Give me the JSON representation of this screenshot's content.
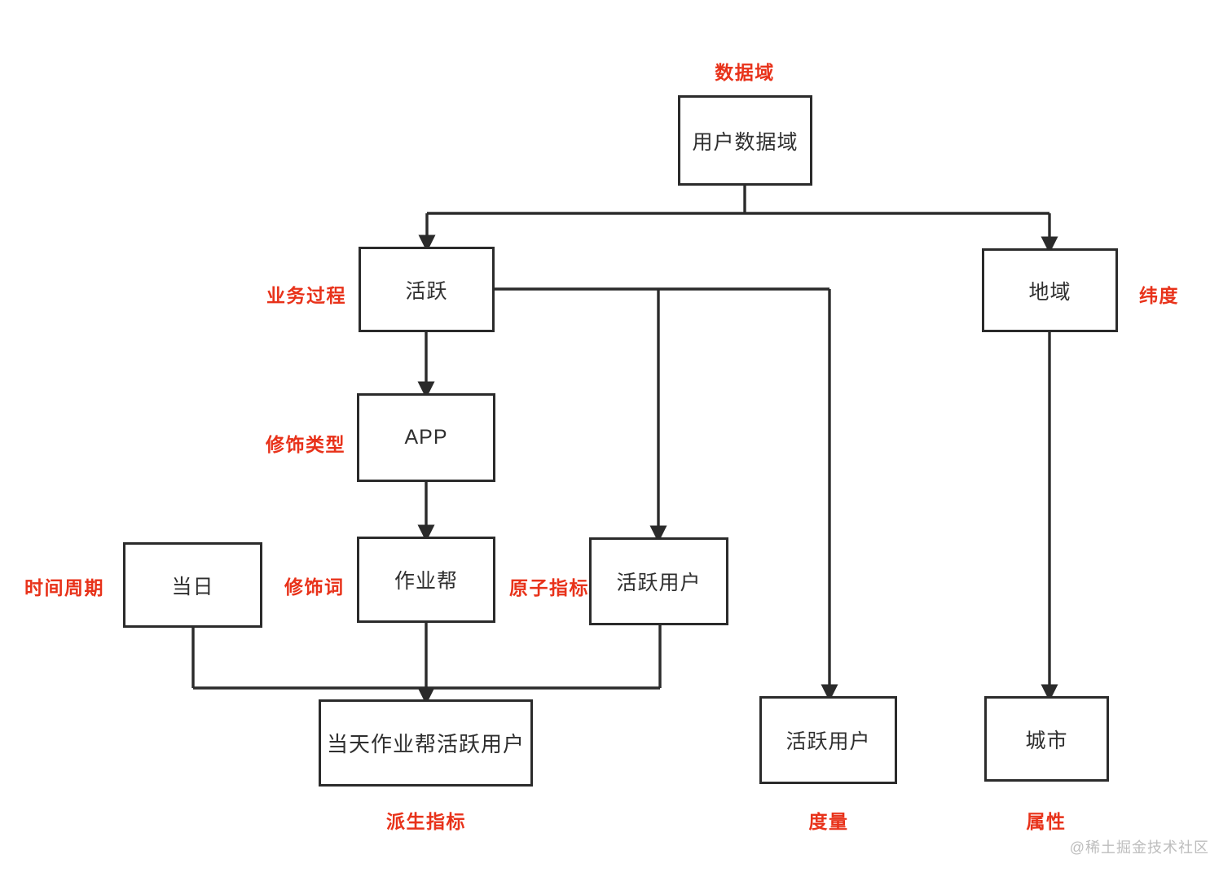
{
  "diagram": {
    "title_tags": {
      "data_domain": "数据域",
      "business_process": "业务过程",
      "dimension": "纬度",
      "modifier_type": "修饰类型",
      "time_period": "时间周期",
      "modifier": "修饰词",
      "atomic_metric": "原子指标",
      "derived_metric": "派生指标",
      "measure": "度量",
      "attribute": "属性"
    },
    "nodes": {
      "user_data_domain": "用户数据域",
      "active": "活跃",
      "region": "地域",
      "app": "APP",
      "today": "当日",
      "zuoyebang": "作业帮",
      "active_user_atomic": "活跃用户",
      "derived_today_zyb_active_user": "当天作业帮活跃用户",
      "active_user_measure": "活跃用户",
      "city": "城市"
    },
    "colors": {
      "accent_red": "#e8321a",
      "box_border": "#2b2b2b",
      "text": "#2f2f2f",
      "background": "#ffffff",
      "watermark": "#bdbdbd"
    },
    "watermark": "@稀土掘金技术社区"
  }
}
